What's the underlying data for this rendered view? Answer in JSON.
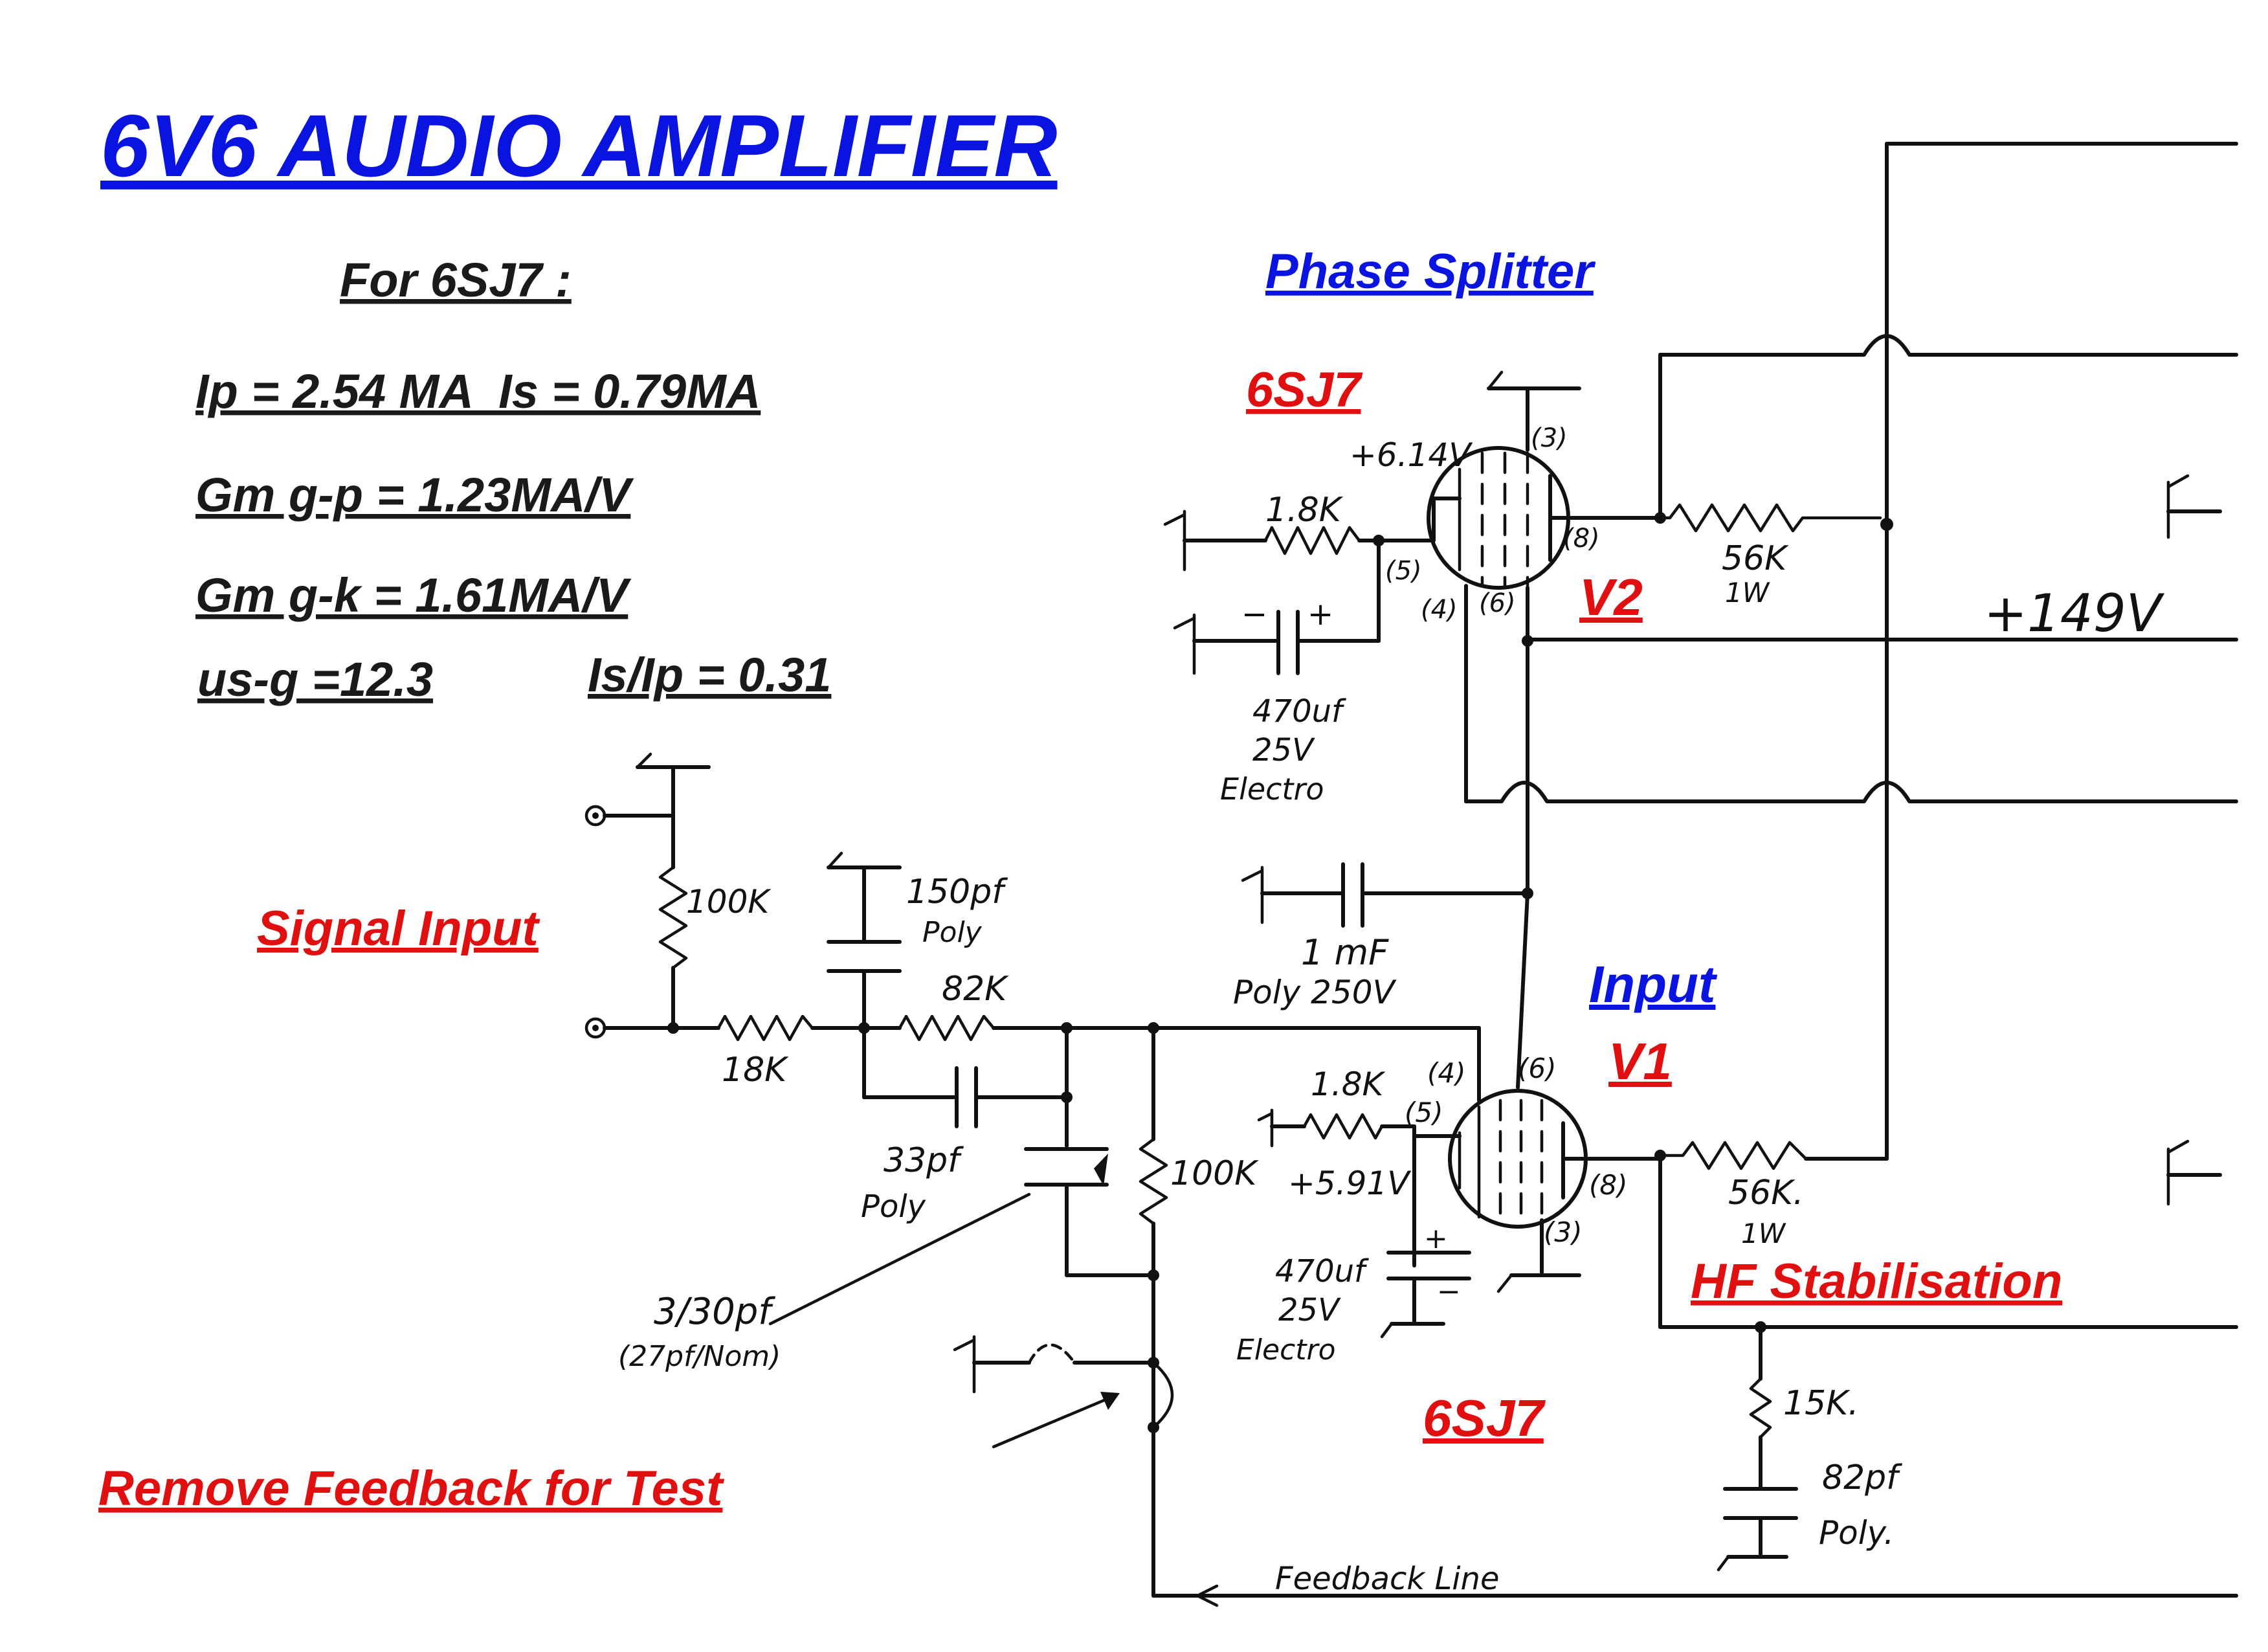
{
  "title": "6V6 AUDIO AMPLIFIER",
  "colors": {
    "title": "#0a14e0",
    "section_blue": "#0a14e0",
    "section_red": "#e01010",
    "ink": "#111111"
  },
  "specs": {
    "heading": "For 6SJ7 :",
    "line1": "Ip = 2.54 MA  Is = 0.79MA",
    "line2": "Gm g-p = 1.23MA/V",
    "line3": "Gm g-k = 1.61MA/V",
    "line4a": "us-g =12.3",
    "line4b": "Is/Ip = 0.31"
  },
  "sections": {
    "phase_splitter": "Phase Splitter",
    "v2_tube_type": "6SJ7",
    "v2": "V2",
    "input": "Input",
    "v1": "V1",
    "v1_tube_type": "6SJ7",
    "signal_input": "Signal Input",
    "hf_stabilisation": "HF Stabilisation",
    "remove_feedback": "Remove Feedback for Test"
  },
  "annotations": {
    "v2_cathode_voltage": "+6.14V",
    "v2_cathode_resistor": "1.8K",
    "v2_pin3": "(3)",
    "v2_pin5": "(5)",
    "v2_pin8": "(8)",
    "v2_pin4": "(4)",
    "v2_pin6": "(6)",
    "v2_bypass_cap": "470uf",
    "v2_bypass_cap_voltage": "25V",
    "v2_bypass_cap_type": "Electro",
    "v2_anode_resistor": "56K",
    "v2_anode_resistor_power": "1W",
    "supply_voltage": "+149V",
    "coupling_cap": "1 mF",
    "coupling_cap_type": "Poly 250V",
    "input_resistor_100k": "100K",
    "input_resistor_18k": "18K",
    "cap_150pf": "150pf",
    "cap_150pf_type": "Poly",
    "resistor_82k": "82K",
    "cap_33pf": "33pf",
    "cap_33pf_type": "Poly",
    "trimmer": "3/30pf",
    "trimmer_note": "(27pf/Nom)",
    "grid_resistor": "100K",
    "v1_cathode_resistor": "1.8K",
    "v1_cathode_voltage": "+5.91V",
    "v1_pin4": "(4)",
    "v1_pin6": "(6)",
    "v1_pin5": "(5)",
    "v1_pin8": "(8)",
    "v1_pin3": "(3)",
    "v1_bypass_cap": "470uf",
    "v1_bypass_cap_voltage": "25V",
    "v1_bypass_cap_type": "Electro",
    "v1_anode_resistor": "56K.",
    "v1_anode_resistor_power": "1W",
    "hf_resistor": "15K.",
    "hf_cap": "82pf",
    "hf_cap_type": "Poly.",
    "feedback_line": "Feedback Line"
  }
}
